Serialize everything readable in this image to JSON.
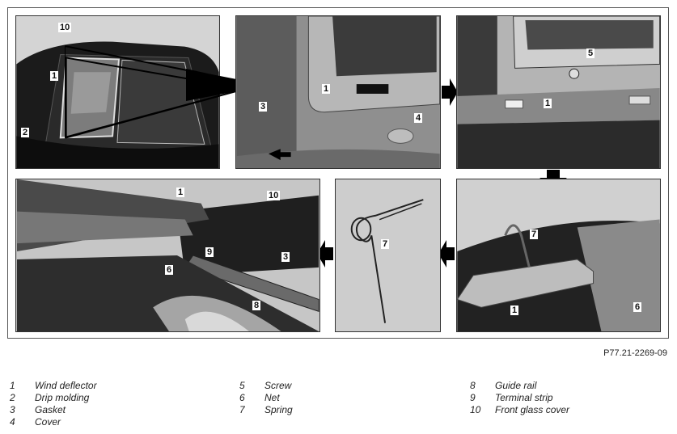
{
  "figure_ref": "P77.21-2269-09",
  "callouts": {
    "p1": [
      "10",
      "1",
      "2"
    ],
    "p2": [
      "1",
      "3",
      "4"
    ],
    "p3": [
      "5",
      "1"
    ],
    "p4": [
      "7",
      "1",
      "6"
    ],
    "p5": [
      "7"
    ],
    "p6": [
      "1",
      "10",
      "9",
      "6",
      "3",
      "8"
    ]
  },
  "legend": [
    {
      "num": "1",
      "label": "Wind deflector"
    },
    {
      "num": "2",
      "label": "Drip molding"
    },
    {
      "num": "3",
      "label": "Gasket"
    },
    {
      "num": "4",
      "label": "Cover"
    },
    {
      "num": "5",
      "label": "Screw"
    },
    {
      "num": "6",
      "label": "Net"
    },
    {
      "num": "7",
      "label": "Spring"
    },
    {
      "num": "8",
      "label": "Guide rail"
    },
    {
      "num": "9",
      "label": "Terminal strip"
    },
    {
      "num": "10",
      "label": "Front glass cover"
    }
  ]
}
